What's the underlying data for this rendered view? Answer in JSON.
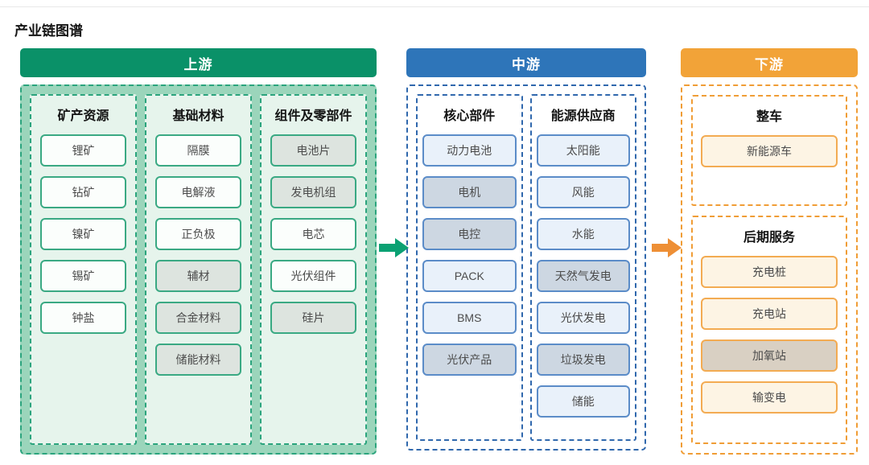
{
  "title": "产业链图谱",
  "colors": {
    "upstream_accent": "#0a9168",
    "upstream_border": "#2ba47d",
    "upstream_panel": "#9bd5bb",
    "upstream_column": "#e6f4ec",
    "upstream_node_border": "#3aa983",
    "upstream_node_bg": "#fbfefc",
    "upstream_node_alt": "#dde4df",
    "midstream_accent": "#2e75b9",
    "midstream_border": "#3068ad",
    "midstream_node_border": "#5b8cc8",
    "midstream_node_bg": "#e9f1fa",
    "midstream_node_alt": "#cdd7e2",
    "downstream_accent": "#f2a338",
    "downstream_border": "#f09d36",
    "downstream_node_border": "#f3ab52",
    "downstream_node_bg": "#fdf4e4",
    "downstream_node_alt": "#d9d0c3",
    "arrow_green": "#0ba173",
    "arrow_orange": "#ee8f35"
  },
  "icons": {
    "flow_arrow": "right-arrow"
  },
  "upstream": {
    "header": "上游",
    "groups": [
      {
        "title": "矿产资源",
        "items": [
          {
            "label": "锂矿",
            "highlighted": false
          },
          {
            "label": "钻矿",
            "highlighted": false
          },
          {
            "label": "镍矿",
            "highlighted": false
          },
          {
            "label": "锡矿",
            "highlighted": false
          },
          {
            "label": "钟盐",
            "highlighted": false
          }
        ]
      },
      {
        "title": "基础材料",
        "items": [
          {
            "label": "隔膜",
            "highlighted": false
          },
          {
            "label": "电解液",
            "highlighted": false
          },
          {
            "label": "正负极",
            "highlighted": false
          },
          {
            "label": "辅材",
            "highlighted": true
          },
          {
            "label": "合金材料",
            "highlighted": true
          },
          {
            "label": "储能材料",
            "highlighted": true
          }
        ]
      },
      {
        "title": "组件及零部件",
        "items": [
          {
            "label": "电池片",
            "highlighted": true
          },
          {
            "label": "发电机组",
            "highlighted": true
          },
          {
            "label": "电芯",
            "highlighted": false
          },
          {
            "label": "光伏组件",
            "highlighted": false
          },
          {
            "label": "硅片",
            "highlighted": true
          }
        ]
      }
    ]
  },
  "midstream": {
    "header": "中游",
    "groups": [
      {
        "title": "核心部件",
        "items": [
          {
            "label": "动力电池",
            "highlighted": false
          },
          {
            "label": "电机",
            "highlighted": true
          },
          {
            "label": "电控",
            "highlighted": true
          },
          {
            "label": "PACK",
            "highlighted": false
          },
          {
            "label": "BMS",
            "highlighted": false
          },
          {
            "label": "光伏产品",
            "highlighted": true
          }
        ]
      },
      {
        "title": "能源供应商",
        "items": [
          {
            "label": "太阳能",
            "highlighted": false
          },
          {
            "label": "风能",
            "highlighted": false
          },
          {
            "label": "水能",
            "highlighted": false
          },
          {
            "label": "天然气发电",
            "highlighted": true
          },
          {
            "label": "光伏发电",
            "highlighted": false
          },
          {
            "label": "垃圾发电",
            "highlighted": true
          },
          {
            "label": "储能",
            "highlighted": false
          }
        ]
      }
    ]
  },
  "downstream": {
    "header": "下游",
    "groups": [
      {
        "title": "整车",
        "items": [
          {
            "label": "新能源车",
            "highlighted": false
          }
        ]
      },
      {
        "title": "后期服务",
        "items": [
          {
            "label": "充电桩",
            "highlighted": false
          },
          {
            "label": "充电站",
            "highlighted": false
          },
          {
            "label": "加氧站",
            "highlighted": true
          },
          {
            "label": "输变电",
            "highlighted": false
          }
        ]
      }
    ]
  }
}
